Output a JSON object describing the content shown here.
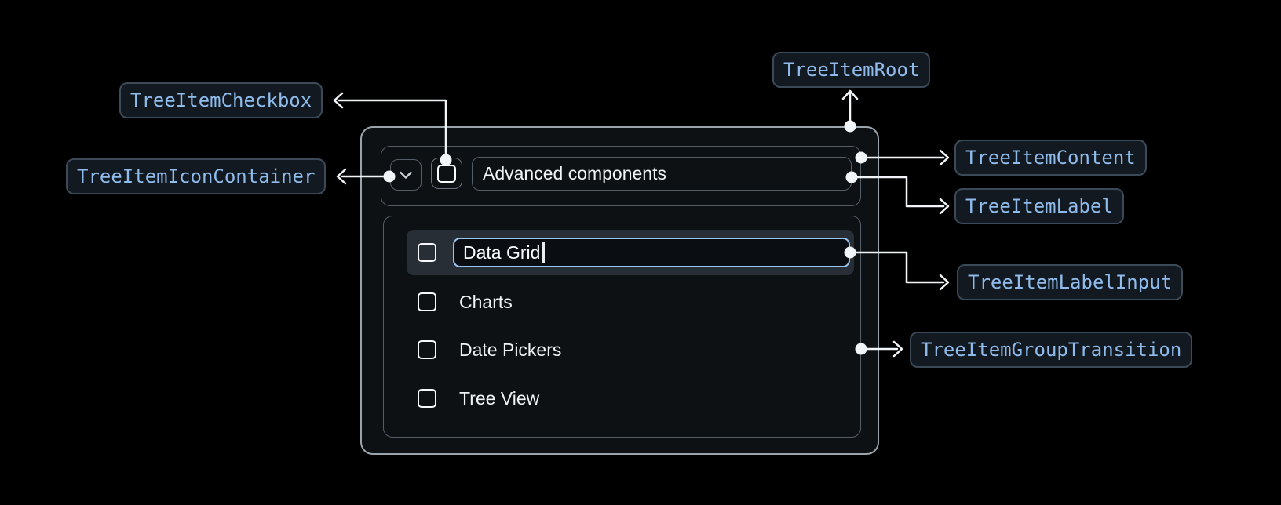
{
  "figure": {
    "description_label": "Tree item anatomy diagram",
    "background_color": "#000000"
  },
  "anatomy_labels": {
    "root": "TreeItemRoot",
    "checkbox": "TreeItemCheckbox",
    "icon_container": "TreeItemIconContainer",
    "content": "TreeItemContent",
    "label": "TreeItemLabel",
    "label_input": "TreeItemLabelInput",
    "group_transition": "TreeItemGroupTransition"
  },
  "tree": {
    "parent": {
      "label": "Advanced components",
      "expanded": true,
      "checkbox_state": "unchecked",
      "icon": "chevron-down-icon"
    },
    "children": [
      {
        "label": "Data Grid",
        "state": "editing-in-text-input",
        "checkbox_state": "unchecked"
      },
      {
        "label": "Charts",
        "state": "normal",
        "checkbox_state": "unchecked"
      },
      {
        "label": "Date Pickers",
        "state": "normal",
        "checkbox_state": "unchecked"
      },
      {
        "label": "Tree View",
        "state": "normal",
        "checkbox_state": "unchecked"
      }
    ]
  },
  "colors": {
    "pill_text": "#8FBCEC",
    "pill_border": "#3C4A58",
    "pill_background": "#121921",
    "root_border": "#9AA4AD",
    "inner_border": "#545E68",
    "component_background": "#0D1114",
    "row_highlight": "#272E35",
    "input_focus_border": "#97C5F0",
    "connector": "#F2F5F8",
    "text": "#F1F3F5"
  }
}
